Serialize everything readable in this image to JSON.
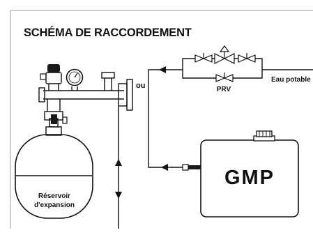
{
  "title": "SCHÉMA DE RACCORDEMENT",
  "labels": {
    "or": "ou",
    "prv": "PRV",
    "water_supply": "Eau potable",
    "tank_line1": "Réservoir",
    "tank_line2": "d'expansion",
    "brand": "GMP"
  },
  "colors": {
    "stroke": "#111111",
    "frame": "#999999",
    "background": "#ffffff"
  }
}
